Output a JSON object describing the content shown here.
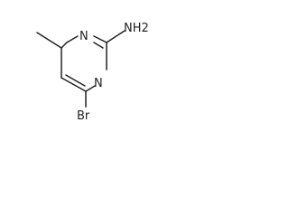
{
  "structure": {
    "atoms": {
      "ring_n_upper": "N",
      "ring_n_lower": "N",
      "amino": "NH2",
      "bromo": "Br"
    }
  }
}
